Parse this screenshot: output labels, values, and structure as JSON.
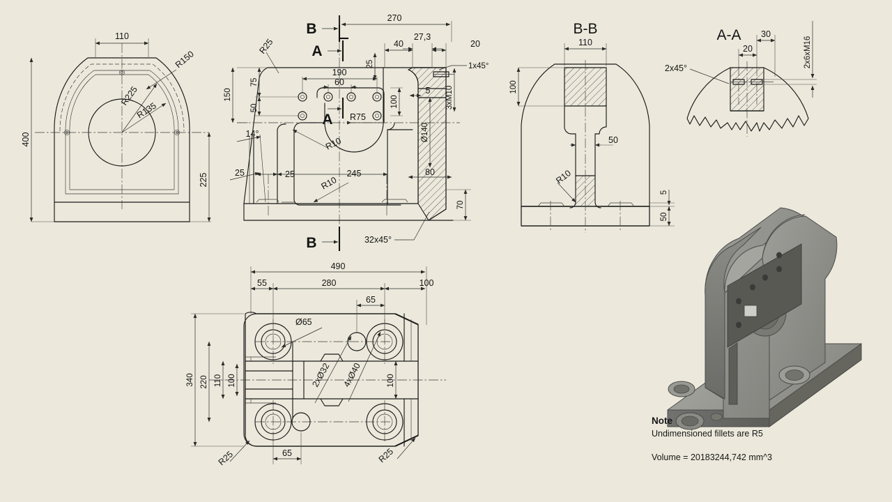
{
  "background_color": "#ece9dc",
  "line_color": "#1a1a1a",
  "drawing": {
    "title": "Cast bracket / bearing housing — multi-view technical drawing",
    "views": [
      {
        "name": "front-view",
        "label": ""
      },
      {
        "name": "section-view-main",
        "label": ""
      },
      {
        "name": "section-view-bb",
        "label": "B-B"
      },
      {
        "name": "section-view-aa",
        "label": "A-A"
      },
      {
        "name": "plan-view",
        "label": ""
      },
      {
        "name": "isometric-render",
        "label": ""
      }
    ]
  },
  "front_view": {
    "dims": {
      "width_top": "110",
      "height_overall": "400",
      "height_lower": "225",
      "r_outer": "R150",
      "r_mid": "R225",
      "r_inner": "R135"
    }
  },
  "main_section": {
    "markers": {
      "b_top": "B",
      "b_bottom": "B",
      "a_top": "A",
      "a_center": "A"
    },
    "dims": {
      "d270": "270",
      "d27_3": "27,3",
      "d25_top": "25",
      "d40": "40",
      "d20": "20",
      "chamfer_1x45": "1x45°",
      "d190": "190",
      "d60": "60",
      "d5": "5",
      "d100": "100",
      "thread_3xm10": "3xM10",
      "dia140": "Ø140",
      "d150": "150",
      "d75": "75",
      "d50": "50",
      "r25": "R25",
      "r10_left": "R10",
      "r75": "R75",
      "r10_bottom": "R10",
      "angle_14": "14°",
      "d25_left": "25",
      "d25_mid": "25",
      "d245": "245",
      "d80": "80",
      "d70": "70",
      "chamfer_32x45": "32x45°"
    }
  },
  "section_bb": {
    "title": "B-B",
    "dims": {
      "d110": "110",
      "d100": "100",
      "d50_web": "50",
      "r10": "R10",
      "d5": "5",
      "d50_base": "50"
    }
  },
  "section_aa": {
    "title": "A-A",
    "dims": {
      "d30": "30",
      "d20": "20",
      "chamfer_2x45": "2x45°",
      "thread_2x6xM16": "2x6xM16"
    }
  },
  "plan_view": {
    "dims": {
      "d490": "490",
      "d55": "55",
      "d280": "280",
      "d100_right": "100",
      "d65_top": "65",
      "d340": "340",
      "d220": "220",
      "d110": "110",
      "d100_left": "100",
      "d100_right2": "100",
      "dia65": "Ø65",
      "holes_2xdia32": "2xØ32",
      "holes_4xdia40": "4xØ40",
      "r25_left": "R25",
      "r25_right": "R25",
      "d65_bottom": "65"
    }
  },
  "note": {
    "heading": "Note",
    "line1": "Undimensioned fillets are R5",
    "volume": "Volume = 20183244,742 mm^3"
  }
}
